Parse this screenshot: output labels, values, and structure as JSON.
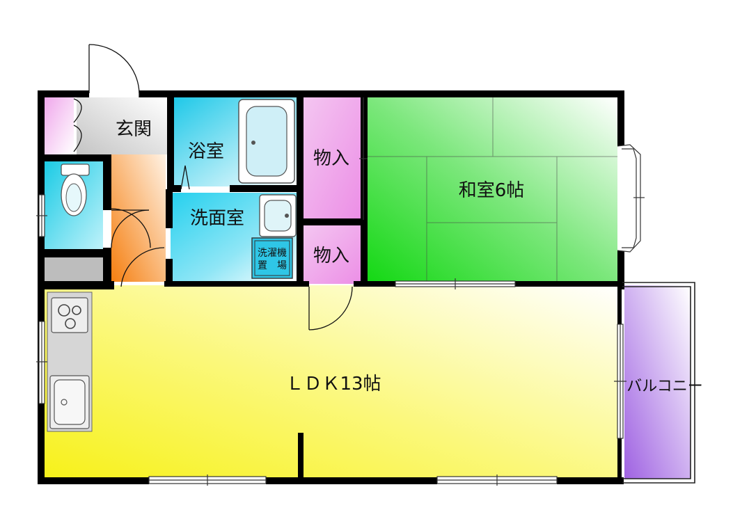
{
  "rooms": {
    "genkan": "玄関",
    "bath": "浴室",
    "washroom": "洗面室",
    "closet_top": "物入",
    "closet_bottom": "物入",
    "washer_line1": "洗濯機",
    "washer_line2": "置　場",
    "washitsu": "和室6帖",
    "ldk": "ＬＤＫ13帖",
    "balcony": "バルコニー"
  },
  "colors": {
    "wall": "#000000",
    "bath": "#33d3f0",
    "toilet": "#1ccde6",
    "washroom": "#3cd2f0",
    "closet": "#f0a6ec",
    "washitsu": "#18d818",
    "ldk": "#f7f22a",
    "balcony": "#a873e6",
    "hall": "#f58a1c",
    "genkan": "#c8c8c8"
  }
}
